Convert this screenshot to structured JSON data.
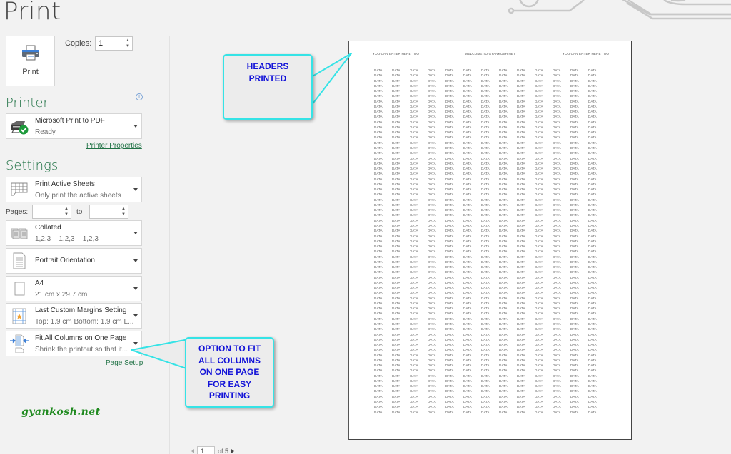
{
  "page_title": "Print",
  "print_button": {
    "label": "Print",
    "icon": "printer-icon"
  },
  "copies": {
    "label": "Copies:",
    "value": "1"
  },
  "printer": {
    "heading": "Printer",
    "info_icon": "i",
    "selected": {
      "name": "Microsoft Print to PDF",
      "status": "Ready",
      "icon": "printer-ready-icon"
    },
    "properties_link": "Printer Properties"
  },
  "settings": {
    "heading": "Settings",
    "items": [
      {
        "title": "Print Active Sheets",
        "subtitle": "Only print the active sheets",
        "icon": "sheet-grid-icon"
      },
      {
        "title": "Collated",
        "subtitle": "1,2,3    1,2,3    1,2,3",
        "icon": "collate-icon"
      },
      {
        "title": "Portrait Orientation",
        "subtitle": "",
        "icon": "portrait-page-icon"
      },
      {
        "title": "A4",
        "subtitle": "21 cm x 29.7 cm",
        "icon": "paper-size-icon"
      },
      {
        "title": "Last Custom Margins Setting",
        "subtitle": "Top: 1.9 cm Bottom: 1.9 cm L...",
        "icon": "margins-icon"
      },
      {
        "title": "Fit All Columns on One Page",
        "subtitle": "Shrink the printout so that it...",
        "icon": "fit-columns-icon"
      }
    ],
    "pages": {
      "label": "Pages:",
      "from": "",
      "to_label": "to",
      "to": ""
    },
    "page_setup_link": "Page Setup"
  },
  "watermark": "gyankosh.net",
  "preview": {
    "header_left": "YOU CAN ENTER HERE TOO",
    "header_center": "WELCOME TO GYANKOSH.NET",
    "header_right": "YOU CAN ENTER HERE TOO",
    "cell_text": "DATA",
    "columns": 13,
    "rows": 67
  },
  "pager": {
    "current": "1",
    "of_label": "of 5"
  },
  "callouts": {
    "headers": "HEADERS PRINTED",
    "fit": "OPTION TO FIT ALL COLUMNS ON ONE PAGE FOR EASY PRINTING"
  },
  "colors": {
    "accent_green": "#217346",
    "callout_border": "#35e3e6",
    "callout_text": "#1414d8",
    "logo_green": "#1f8a1f"
  }
}
